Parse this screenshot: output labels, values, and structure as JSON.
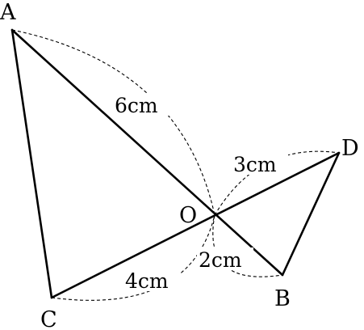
{
  "diagram": {
    "points": {
      "A": "A",
      "B": "B",
      "C": "C",
      "D": "D",
      "O": "O"
    },
    "lengths": {
      "OA": "6cm",
      "OD": "3cm",
      "OC": "4cm",
      "OB": "2cm"
    },
    "segments": [
      "AC",
      "AB",
      "CD",
      "DB"
    ],
    "line_color": "#000000"
  }
}
